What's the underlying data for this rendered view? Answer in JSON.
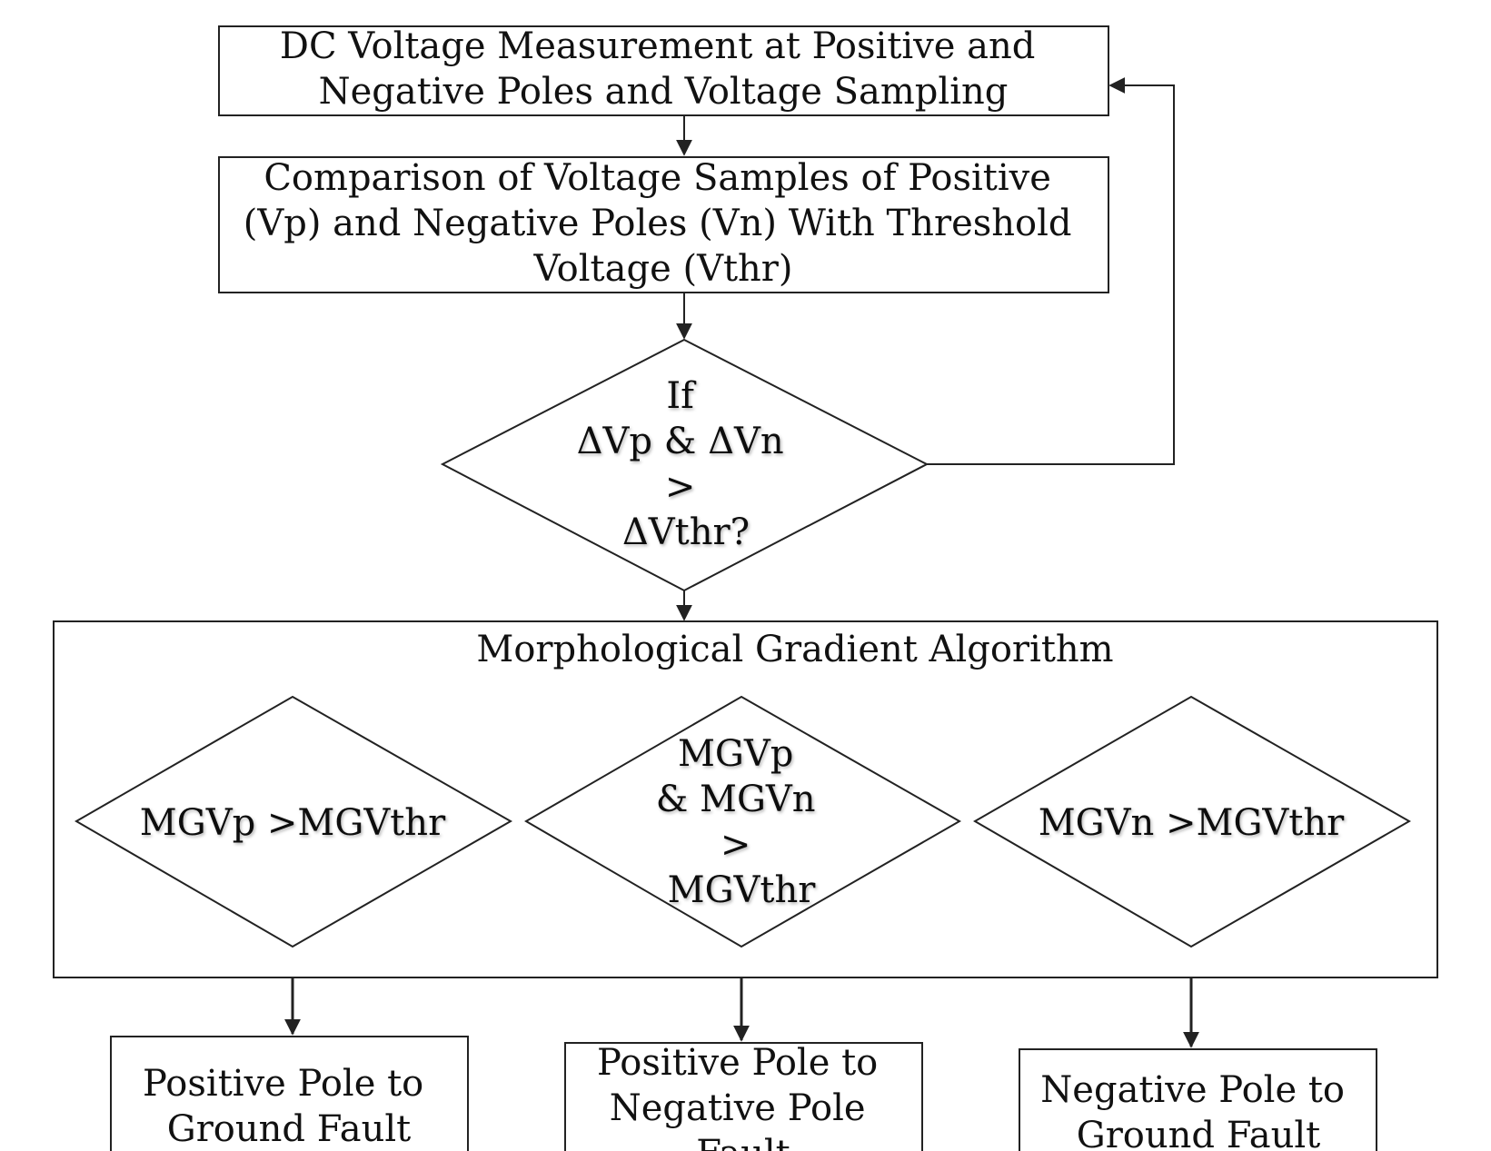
{
  "nodes": {
    "measurement": {
      "lines": [
        "DC Voltage Measurement at Positive and",
        "Negative Poles and Voltage Sampling"
      ]
    },
    "comparison": {
      "lines": [
        "Comparison of Voltage Samples of Positive",
        "(Vp) and Negative Poles (Vn) With Threshold",
        "Voltage (Vthr)"
      ]
    },
    "threshold_decision": {
      "lines": [
        "If",
        "ΔVp & ΔVn",
        ">",
        "ΔVthr?"
      ]
    },
    "mg_algorithm": {
      "title": "Morphological Gradient Algorithm"
    },
    "mgvp_decision": {
      "lines": [
        "MGVp >MGVthr"
      ]
    },
    "mgvpn_decision": {
      "lines": [
        "MGVp",
        "& MGVn",
        ">",
        "MGVthr"
      ]
    },
    "mgvn_decision": {
      "lines": [
        "MGVn >MGVthr"
      ]
    },
    "result_positive_ground": {
      "lines": [
        "Positive Pole to",
        "Ground Fault"
      ]
    },
    "result_pole_to_pole": {
      "lines": [
        "Positive Pole to",
        "Negative Pole",
        "Fault"
      ]
    },
    "result_negative_ground": {
      "lines": [
        "Negative Pole to",
        "Ground Fault"
      ]
    }
  }
}
